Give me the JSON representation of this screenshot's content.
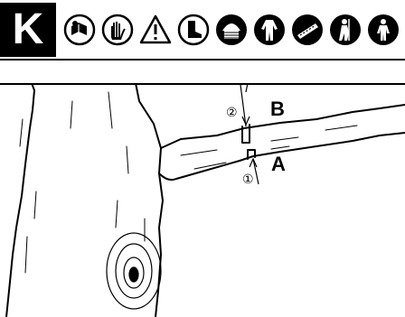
{
  "section": {
    "letter": "K"
  },
  "safety_icons": [
    "read-manual-icon",
    "gloves-icon",
    "warning-triangle-icon",
    "safety-boots-icon",
    "helmet-visor-hearing-icon",
    "protective-clothing-icon",
    "saw-chain-icon",
    "climbing-harness-icon",
    "fall-protection-icon"
  ],
  "diagram": {
    "cut_b_label": "B",
    "cut_a_label": "A",
    "step_2": "②",
    "step_1": "①"
  }
}
